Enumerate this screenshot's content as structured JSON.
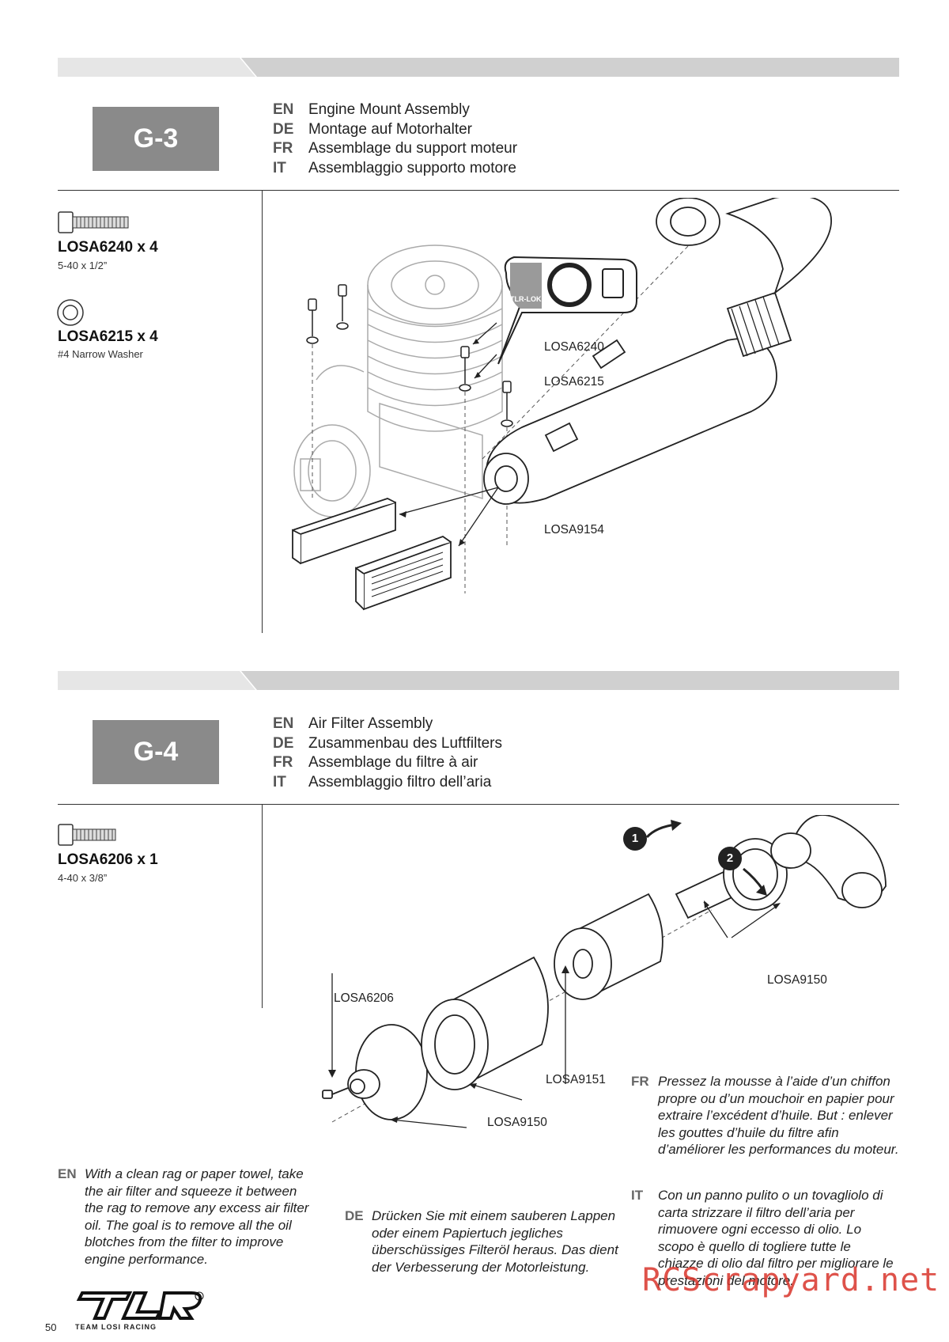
{
  "steps": [
    {
      "id": "G-3",
      "titles": [
        {
          "code": "EN",
          "text": "Engine Mount Assembly"
        },
        {
          "code": "DE",
          "text": "Montage auf Motorhalter"
        },
        {
          "code": "FR",
          "text": "Assemblage du support moteur"
        },
        {
          "code": "IT",
          "text": "Assemblaggio supporto motore"
        }
      ],
      "parts": [
        {
          "name": "LOSA6240 x 4",
          "desc": "5-40 x 1/2”"
        },
        {
          "name": "LOSA6215 x 4",
          "desc": "#4 Narrow Washer"
        }
      ],
      "callouts": [
        "LOSA6240",
        "LOSA6215",
        "LOSA9154"
      ],
      "tag_label": "TLR-LOK"
    },
    {
      "id": "G-4",
      "titles": [
        {
          "code": "EN",
          "text": "Air Filter Assembly"
        },
        {
          "code": "DE",
          "text": "Zusammenbau des Luftfilters"
        },
        {
          "code": "FR",
          "text": "Assemblage du filtre à air"
        },
        {
          "code": "IT",
          "text": "Assemblaggio filtro dell’aria"
        }
      ],
      "parts": [
        {
          "name": "LOSA6206 x 1",
          "desc": "4-40 x 3/8”"
        }
      ],
      "callouts": [
        "LOSA9150",
        "LOSA6206",
        "LOSA9151",
        "LOSA9150"
      ],
      "markers": [
        "1",
        "2"
      ],
      "notes": [
        {
          "code": "EN",
          "text": "With a clean rag or paper towel, take the air filter and squeeze it between the rag to remove any excess air filter oil. The goal is to remove all the oil blotches from the filter to improve engine performance."
        },
        {
          "code": "DE",
          "text": "Drücken Sie mit einem sauberen Lappen oder einem Papiertuch jegliches überschüssiges Filteröl heraus. Das dient der Verbesserung der Motorleistung."
        },
        {
          "code": "FR",
          "text": "Pressez la mousse à l’aide d’un chiffon propre ou d’un mouchoir en papier pour extraire l’excédent d’huile. But : enlever les gouttes d’huile du filtre afin d’améliorer les performances du moteur."
        },
        {
          "code": "IT",
          "text": "Con un panno pulito o un tovagliolo di carta strizzare il filtro dell’aria per rimuovere ogni eccesso di olio. Lo scopo è quello di togliere tutte le chiazze di olio dal filtro per migliorare le prestazioni del motore."
        }
      ]
    }
  ],
  "footer": {
    "page_number": "50",
    "logo": "TLR",
    "logo_sub": "TEAM LOSI RACING",
    "watermark": "RCScrapyard.net"
  },
  "colors": {
    "step_box": "#8a8a8a",
    "bar_light": "#e4e4e4",
    "bar_dark": "#cfcfcf",
    "watermark": "#d9342b"
  }
}
